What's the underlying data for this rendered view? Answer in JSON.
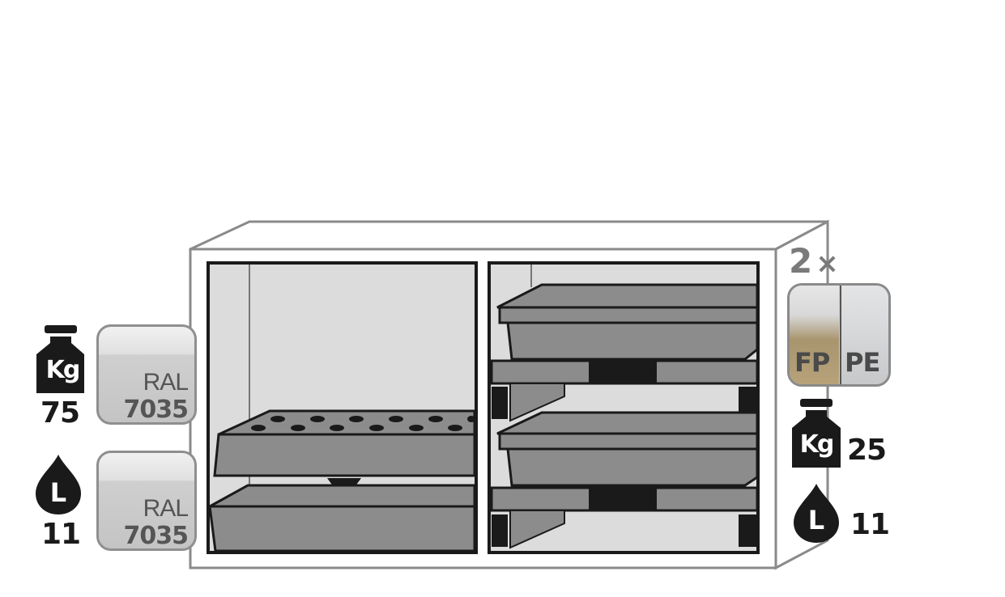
{
  "diagram": {
    "subject": "Two-door cabinet with sumps/trays",
    "left_compartment": {
      "weight_label": "Kg",
      "weight_value": "75",
      "volume_label": "L",
      "volume_value": "11",
      "color_badges": [
        {
          "line1": "RAL",
          "line2": "7035"
        },
        {
          "line1": "RAL",
          "line2": "7035"
        }
      ]
    },
    "right_compartment": {
      "quantity": "2",
      "quantity_symbol": "×",
      "material_badge": {
        "left": "FP",
        "right": "PE"
      },
      "weight_label": "Kg",
      "weight_value": "25",
      "volume_label": "L",
      "volume_value": "11"
    },
    "colors": {
      "outline": "#1a1a1a",
      "frame": "#8a8a8a",
      "interior": "#dcdcdc",
      "tray": "#8c8c8c",
      "fp_gold": "#a8956e"
    }
  }
}
